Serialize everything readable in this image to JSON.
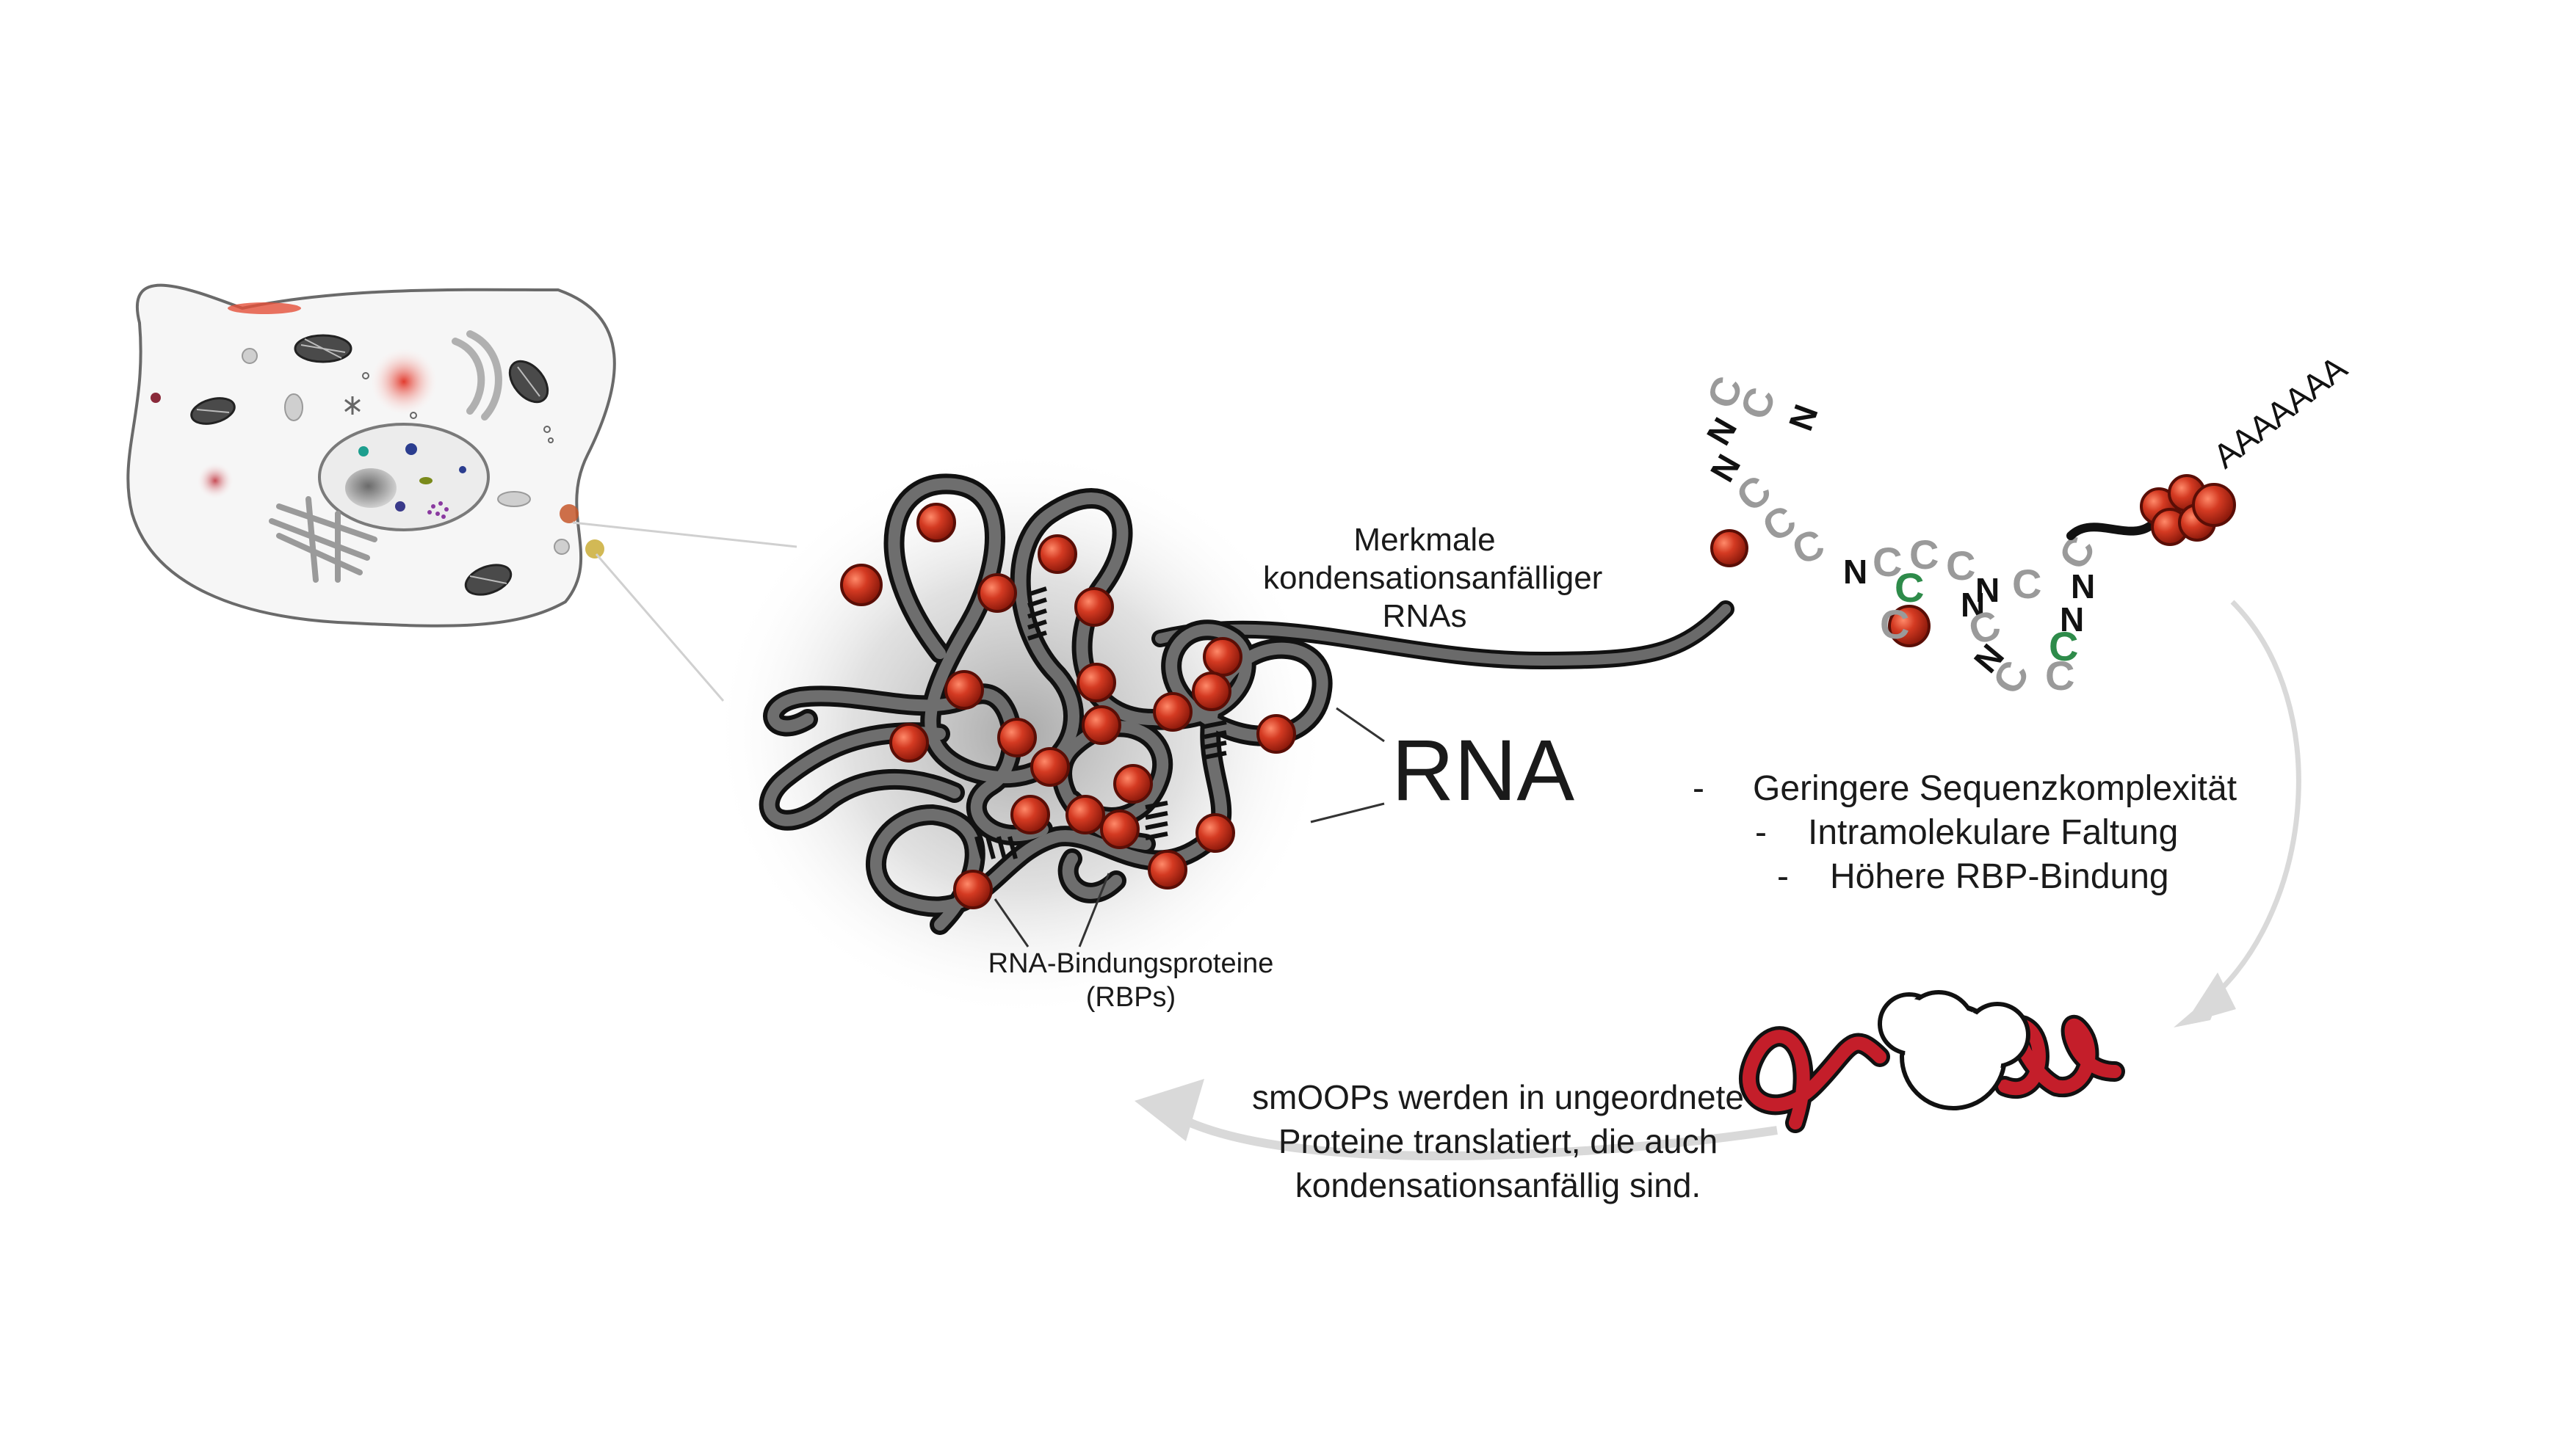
{
  "figure": {
    "cell": {
      "label": ""
    },
    "rna_main_label": "RNA",
    "features_heading": [
      "Merkmale",
      "kondensationsanfälliger",
      "RNAs"
    ],
    "rbp_label": [
      "RNA-Bindungsproteine",
      "(RBPs)"
    ],
    "feature_list": [
      "Geringere Sequenzkomplexität",
      "Intramolekulare Faltung",
      "Höhere RBP-Bindung"
    ],
    "bullet_dash": "-",
    "translation_text": [
      "smOOPs werden in ungeordnete",
      "Proteine translatiert, die auch",
      "kondensationsanfällig sind."
    ],
    "polya_tail": "AAAAAAA",
    "sequence_letters": [
      "C",
      "C",
      "N",
      "N",
      "N",
      "C",
      "C",
      "C",
      "N",
      "C",
      "C",
      "C",
      "N",
      "C",
      "N",
      "C",
      "C",
      "C",
      "N",
      "N",
      "C",
      "C",
      "C",
      "C",
      "N"
    ],
    "colors": {
      "rna_strand": "#5a5a5a",
      "rna_outline": "#111111",
      "rbp_fill": "#d43a22",
      "protein_red": "#c41e2a",
      "c_gray": "#9a9a9a",
      "c_green": "#2e8b4a",
      "arrow_gray": "#d9d9d9"
    }
  }
}
